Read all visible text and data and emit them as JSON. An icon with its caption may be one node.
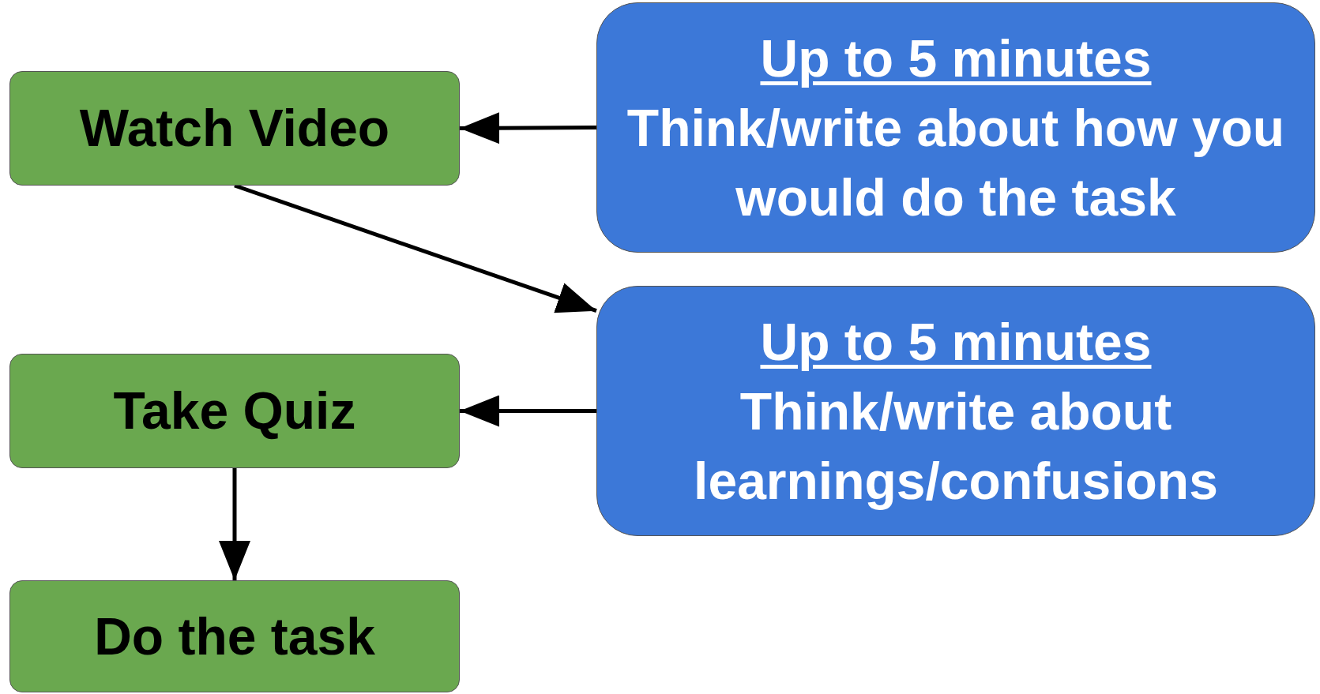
{
  "diagram": {
    "nodes": [
      {
        "text": [
          "Watch Video"
        ]
      },
      {
        "text": [
          "Up to 5 minutes",
          "Think/write about how you would do the task"
        ]
      },
      {
        "text": [
          "Up to 5 minutes",
          "Think/write about learnings/confusions"
        ]
      },
      {
        "text": [
          "Take Quiz"
        ]
      },
      {
        "text": [
          "Do the task"
        ]
      }
    ],
    "edges": [
      {
        "from": 1,
        "to": 0,
        "arrow": "to"
      },
      {
        "from": 0,
        "to": 2,
        "arrow": "to"
      },
      {
        "from": 2,
        "to": 3,
        "arrow": "to"
      },
      {
        "from": 3,
        "to": 4,
        "arrow": "to"
      }
    ]
  }
}
